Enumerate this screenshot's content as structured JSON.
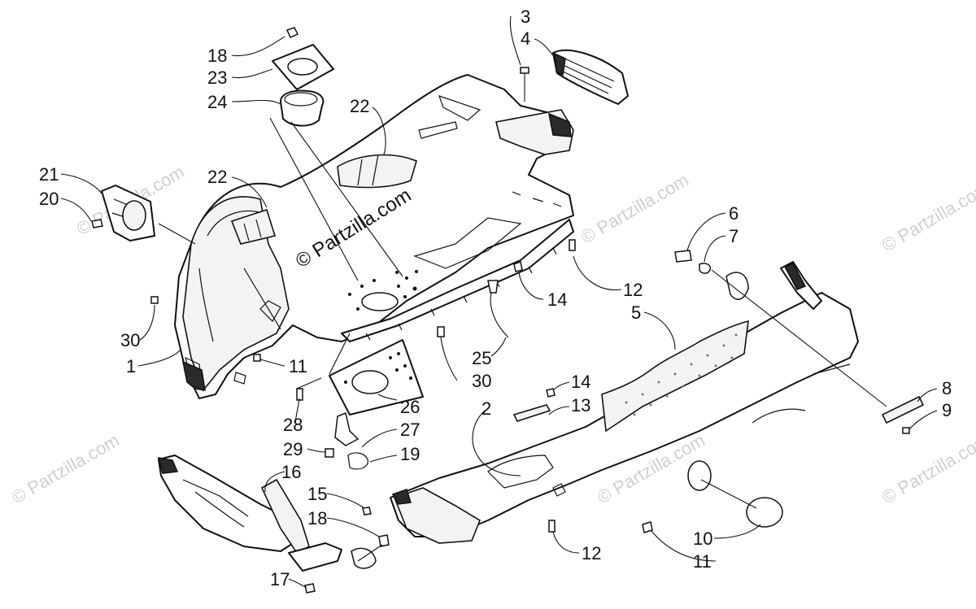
{
  "watermark": {
    "main": "© Partzilla.com",
    "faint": "© Partzilla.com"
  },
  "callouts": [
    {
      "id": "c18a",
      "text": "18"
    },
    {
      "id": "c23",
      "text": "23"
    },
    {
      "id": "c24",
      "text": "24"
    },
    {
      "id": "c22a",
      "text": "22"
    },
    {
      "id": "c3",
      "text": "3"
    },
    {
      "id": "c4",
      "text": "4"
    },
    {
      "id": "c21",
      "text": "21"
    },
    {
      "id": "c20",
      "text": "20"
    },
    {
      "id": "c22b",
      "text": "22"
    },
    {
      "id": "c6",
      "text": "6"
    },
    {
      "id": "c7",
      "text": "7"
    },
    {
      "id": "c12a",
      "text": "12"
    },
    {
      "id": "c5",
      "text": "5"
    },
    {
      "id": "c14a",
      "text": "14"
    },
    {
      "id": "c30a",
      "text": "30"
    },
    {
      "id": "c1",
      "text": "1"
    },
    {
      "id": "c11a",
      "text": "11"
    },
    {
      "id": "c25",
      "text": "25"
    },
    {
      "id": "c30b",
      "text": "30"
    },
    {
      "id": "c14b",
      "text": "14"
    },
    {
      "id": "c13",
      "text": "13"
    },
    {
      "id": "c2",
      "text": "2"
    },
    {
      "id": "c26",
      "text": "26"
    },
    {
      "id": "c8",
      "text": "8"
    },
    {
      "id": "c9",
      "text": "9"
    },
    {
      "id": "c28",
      "text": "28"
    },
    {
      "id": "c27",
      "text": "27"
    },
    {
      "id": "c29",
      "text": "29"
    },
    {
      "id": "c19",
      "text": "19"
    },
    {
      "id": "c16",
      "text": "16"
    },
    {
      "id": "c15",
      "text": "15"
    },
    {
      "id": "c18b",
      "text": "18"
    },
    {
      "id": "c10",
      "text": "10"
    },
    {
      "id": "c11b",
      "text": "11"
    },
    {
      "id": "c12b",
      "text": "12"
    },
    {
      "id": "c17",
      "text": "17"
    }
  ]
}
